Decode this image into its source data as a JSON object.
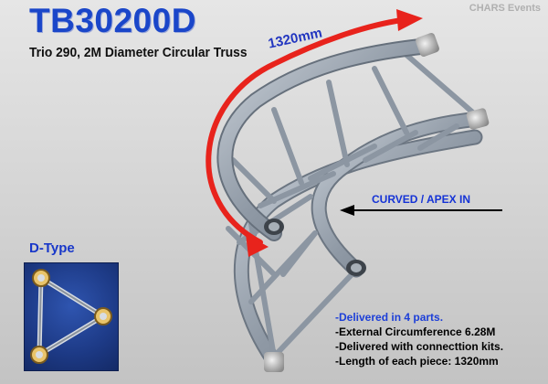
{
  "header": {
    "title": "TB30200D",
    "subtitle": "Trio 290, 2M Diameter Circular Truss",
    "watermark": "CHARS Events"
  },
  "dimension": {
    "label": "1320mm",
    "arrow_color": "#e8231c"
  },
  "annotation": {
    "curved_label": "CURVED / APEX IN"
  },
  "d_type": {
    "title": "D-Type"
  },
  "notes": [
    "-Delivered in 4 parts.",
    "-External Circumference 6.28M",
    "-Delivered with connecttion kits.",
    "-Length of each piece: 1320mm"
  ],
  "colors": {
    "title_blue": "#1a46c9",
    "truss_gray": "#8e98a4",
    "d_type_bg": "#1d3a86"
  }
}
